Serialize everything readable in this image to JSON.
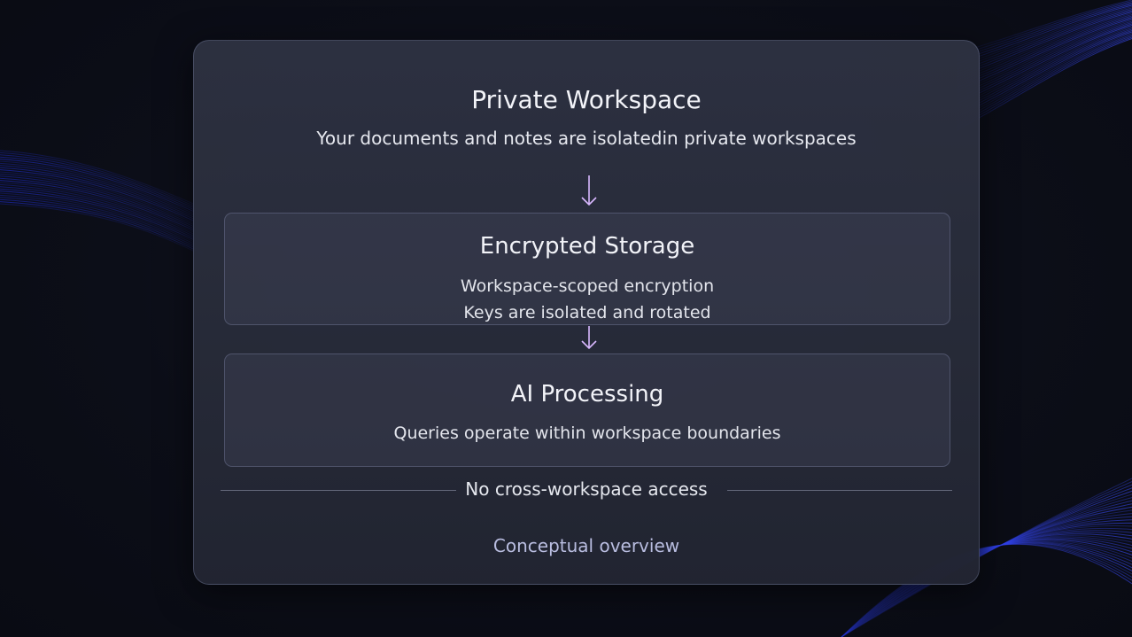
{
  "private_workspace": {
    "title": "Private Workspace",
    "subtitle": "Your documents and notes are isolatedin private workspaces"
  },
  "encrypted_storage": {
    "title": "Encrypted Storage",
    "lines": [
      "Workspace-scoped encryption",
      "Keys are isolated and rotated"
    ]
  },
  "ai_processing": {
    "title": "AI Processing",
    "lines": [
      "Queries operate within workspace boundaries"
    ]
  },
  "divider": {
    "label": "No cross-workspace access"
  },
  "footer": {
    "label": "Conceptual overview"
  },
  "colors": {
    "background": "#0b0d16",
    "panel": "#2c3040",
    "wave_accent": "#3a4cff",
    "arrow": "#d9b8ff",
    "footer_text": "#b9bde0"
  },
  "icons": [
    "arrow-down-icon",
    "arrow-down-icon"
  ]
}
